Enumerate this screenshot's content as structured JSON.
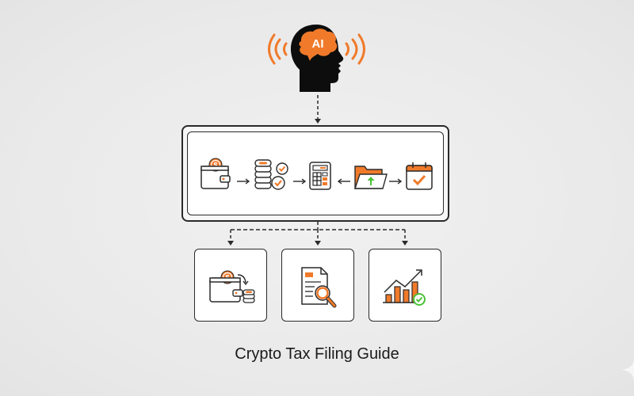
{
  "title": "Crypto Tax Filing Guide",
  "header_icon": {
    "name": "ai-head-icon",
    "label": "AI"
  },
  "colors": {
    "accent": "#f07a2a",
    "success": "#4cc23a",
    "stroke": "#2a2a2a",
    "background": "#ececec"
  },
  "workflow": {
    "steps": [
      {
        "icon": "wallet-coin-icon"
      },
      {
        "icon": "coin-stack-verified-icon"
      },
      {
        "icon": "calculator-icon"
      },
      {
        "icon": "folder-upload-icon"
      },
      {
        "icon": "calendar-check-icon"
      }
    ],
    "arrows": [
      "right",
      "right",
      "left",
      "right"
    ]
  },
  "outputs": [
    {
      "icon": "wallet-transfer-icon"
    },
    {
      "icon": "document-search-icon"
    },
    {
      "icon": "growth-chart-check-icon"
    }
  ]
}
